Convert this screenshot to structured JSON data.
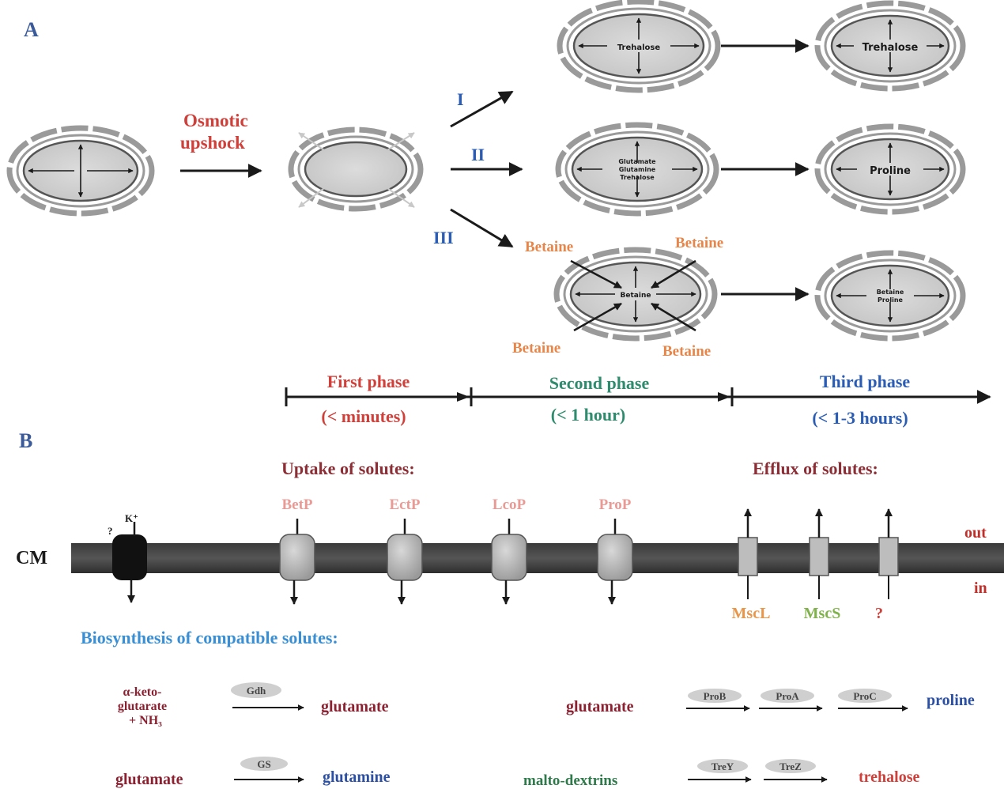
{
  "colors": {
    "panel_label": "#3b5a99",
    "shock": "#d0403a",
    "route": "#2b5cb3",
    "betaine": "#e8864a",
    "phase1": "#d0403a",
    "phase2": "#2e8b6e",
    "phase3": "#2b5cb3",
    "uptake": "#8b2e35",
    "transporter": "#e99a95",
    "mscl": "#e8964a",
    "mscs": "#7fb24a",
    "unknown": "#d0403a",
    "biosynthesis": "#3a8fd4",
    "glutamate": "#8b2030",
    "product_blue": "#2b4fa3",
    "maltodextrins": "#2e7a4a",
    "trehalose": "#d0403a"
  },
  "panel_a": {
    "label": "A",
    "shock_label_line1": "Osmotic",
    "shock_label_line2": "upshock",
    "route_1": "I",
    "route_2": "II",
    "route_3": "III",
    "cell_i_content": "Trehalose",
    "cell_i_final": "Trehalose",
    "cell_ii_content": [
      "Glutamate",
      "Glutamine",
      "Trehalose"
    ],
    "cell_ii_final": "Proline",
    "cell_iii_content": "Betaine",
    "cell_iii_final": [
      "Betaine",
      "Proline"
    ],
    "betaine_labels": [
      "Betaine",
      "Betaine",
      "Betaine",
      "Betaine"
    ]
  },
  "timeline": {
    "phases": [
      {
        "name": "First phase",
        "duration": "(< minutes)"
      },
      {
        "name": "Second phase",
        "duration": "(< 1 hour)"
      },
      {
        "name": "Third phase",
        "duration": "(< 1-3 hours)"
      }
    ]
  },
  "panel_b": {
    "label": "B",
    "uptake_title": "Uptake of solutes:",
    "efflux_title": "Efflux of solutes:",
    "membrane_label": "CM",
    "out_label": "out",
    "in_label": "in",
    "k_label": "K⁺",
    "question_left": "?",
    "transporters": [
      "BetP",
      "EctP",
      "LcoP",
      "ProP"
    ],
    "channels": [
      "MscL",
      "MscS",
      "?"
    ],
    "biosynthesis_title": "Biosynthesis of compatible solutes:",
    "reactions": {
      "r1": {
        "substrate": [
          "α-keto-",
          "glutarate",
          "+ NH₃"
        ],
        "enzyme": "Gdh",
        "product": "glutamate"
      },
      "r2": {
        "substrate": "glutamate",
        "enzymes": [
          "ProB",
          "ProA",
          "ProC"
        ],
        "product": "proline"
      },
      "r3": {
        "substrate": "glutamate",
        "enzyme": "GS",
        "product": "glutamine"
      },
      "r4": {
        "substrate": "malto-dextrins",
        "enzymes": [
          "TreY",
          "TreZ"
        ],
        "product": "trehalose"
      }
    }
  }
}
